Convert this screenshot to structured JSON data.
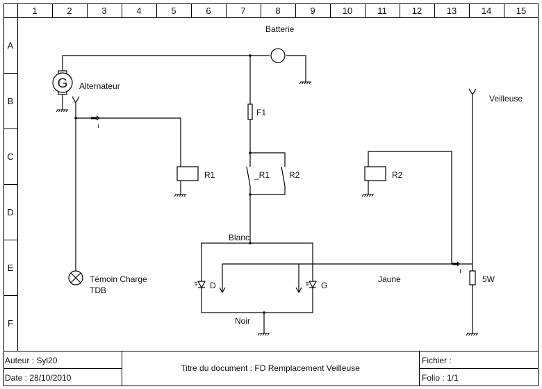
{
  "sheet": {
    "columns": [
      "1",
      "2",
      "3",
      "4",
      "5",
      "6",
      "7",
      "8",
      "9",
      "10",
      "11",
      "12",
      "13",
      "14",
      "15"
    ],
    "rows": [
      "A",
      "B",
      "C",
      "D",
      "E",
      "F"
    ]
  },
  "components": {
    "battery": {
      "label": "Batterie"
    },
    "alternator": {
      "label": "Alternateur",
      "symbol": "G"
    },
    "fuse": {
      "label": "F1"
    },
    "relay1_coil": {
      "label": "R1"
    },
    "relay1_contact": {
      "label": "_R1"
    },
    "relay2_contact": {
      "label": "R2"
    },
    "relay2_coil": {
      "label": "R2"
    },
    "veilleuse": {
      "label": "Veilleuse"
    },
    "lamp_resistor": {
      "label": "5W"
    },
    "charge_lamp": {
      "label_line1": "Témoin Charge",
      "label_line2": "TDB"
    },
    "led_right": {
      "label": "D"
    },
    "led_left": {
      "label": "G"
    },
    "connector_arrow_mark": "ı"
  },
  "wires": {
    "white": "Blanc",
    "black": "Noir",
    "yellow": "Jaune"
  },
  "title_block": {
    "author": "Auteur : Syl20",
    "date": "Date : 28/10/2010",
    "title": "Titre du document : FD Remplacement Veilleuse",
    "file": "Fichier :",
    "folio": "Folio : 1/1"
  }
}
